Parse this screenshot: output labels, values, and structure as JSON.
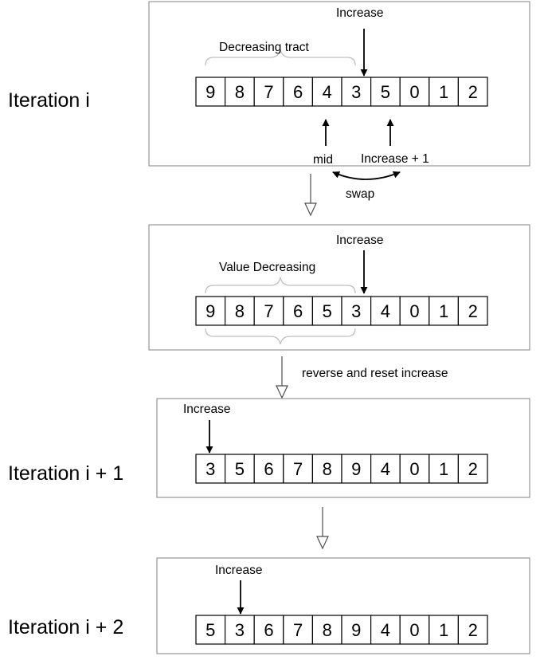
{
  "panels": [
    {
      "side_label": "Iteration i",
      "array": [
        "9",
        "8",
        "7",
        "6",
        "4",
        "3",
        "5",
        "0",
        "1",
        "2"
      ],
      "labels": {
        "increase": "Increase",
        "brace": "Decreasing tract",
        "mid": "mid",
        "increase_plus_one": "Increase + 1",
        "swap": "swap"
      }
    },
    {
      "side_label": "",
      "array": [
        "9",
        "8",
        "7",
        "6",
        "5",
        "3",
        "4",
        "0",
        "1",
        "2"
      ],
      "labels": {
        "increase": "Increase",
        "brace": "Value Decreasing"
      }
    },
    {
      "side_label": "Iteration i + 1",
      "array": [
        "3",
        "5",
        "6",
        "7",
        "8",
        "9",
        "4",
        "0",
        "1",
        "2"
      ],
      "labels": {
        "increase": "Increase"
      }
    },
    {
      "side_label": "Iteration i + 2",
      "array": [
        "5",
        "3",
        "6",
        "7",
        "8",
        "9",
        "4",
        "0",
        "1",
        "2"
      ],
      "labels": {
        "increase": "Increase"
      }
    }
  ],
  "transitions": [
    {
      "label": ""
    },
    {
      "label": "reverse and reset increase"
    },
    {
      "label": ""
    }
  ]
}
